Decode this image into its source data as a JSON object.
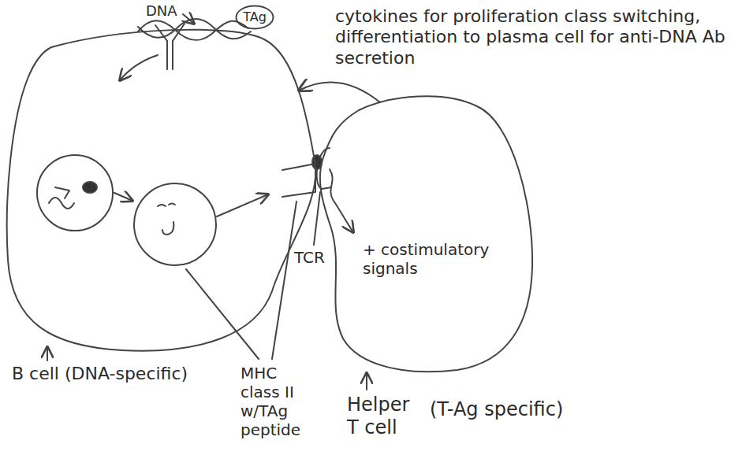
{
  "diagram": {
    "nodes": [
      {
        "text": [
          "B cell (DNA-specific)"
        ]
      },
      {
        "text": [
          "Helper T cell",
          "(T-Ag specific)",
          "+ costimulatory signals"
        ]
      },
      {
        "text": [
          "TAg"
        ]
      }
    ],
    "edges": [
      {
        "from": 1,
        "to": 0,
        "arrow": "to"
      }
    ],
    "labels": [
      "DNA",
      "cytokines for proliferation class switching, differentiation to plasma cell for anti-DNA Ab secretion",
      "MHC class II w/TAg peptide",
      "TCR"
    ]
  }
}
